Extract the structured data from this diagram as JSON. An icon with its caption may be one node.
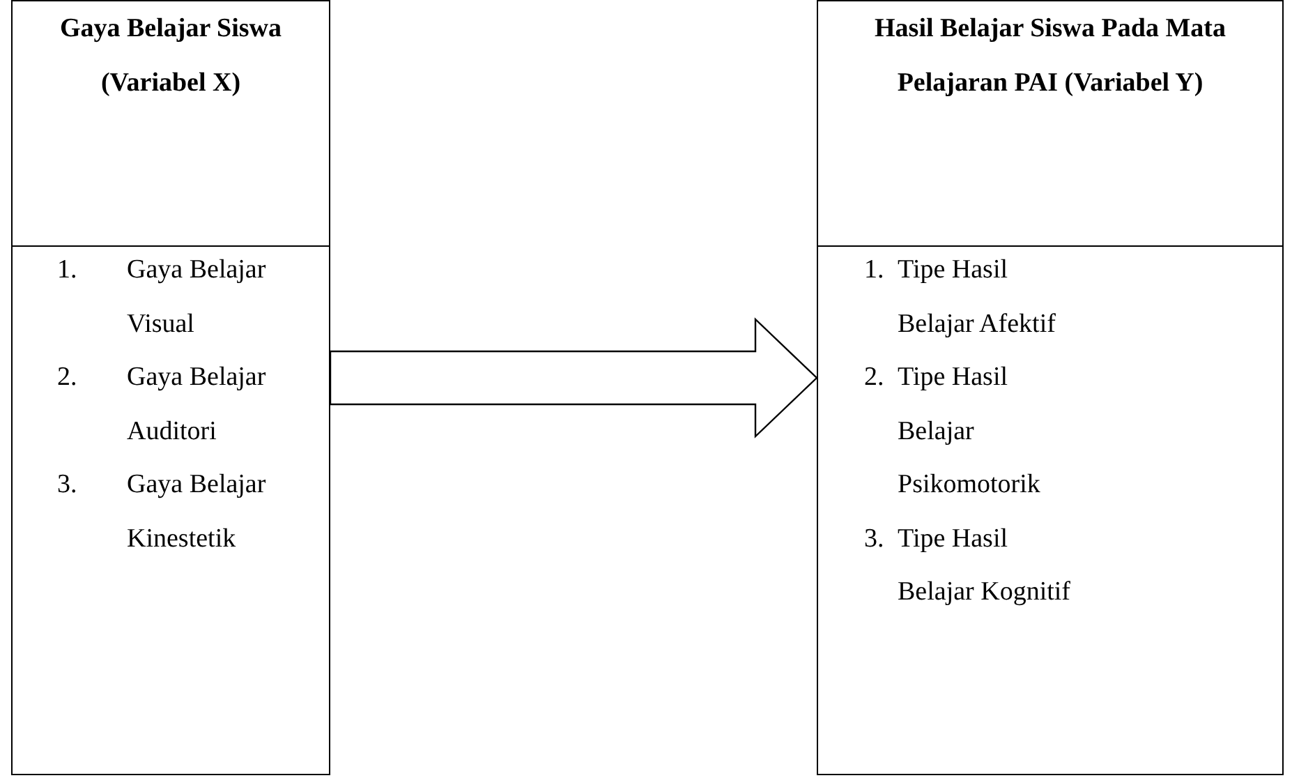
{
  "diagram": {
    "nodes": [
      {
        "text": [
          "Gaya Belajar Siswa (Variabel X)",
          "1. Gaya Belajar Visual",
          "2. Gaya Belajar Auditori",
          "3. Gaya Belajar Kinestetik"
        ]
      },
      {
        "text": [
          "Hasil Belajar Siswa Pada Mata Pelajaran PAI (Variabel Y)",
          "1. Tipe Hasil Belajar Afektif",
          "2. Tipe Hasil Belajar Psikomotorik",
          "3. Tipe Hasil Belajar Kognitif"
        ]
      }
    ],
    "edges": [
      {
        "from": 0,
        "to": 1,
        "arrow": "to"
      }
    ]
  }
}
